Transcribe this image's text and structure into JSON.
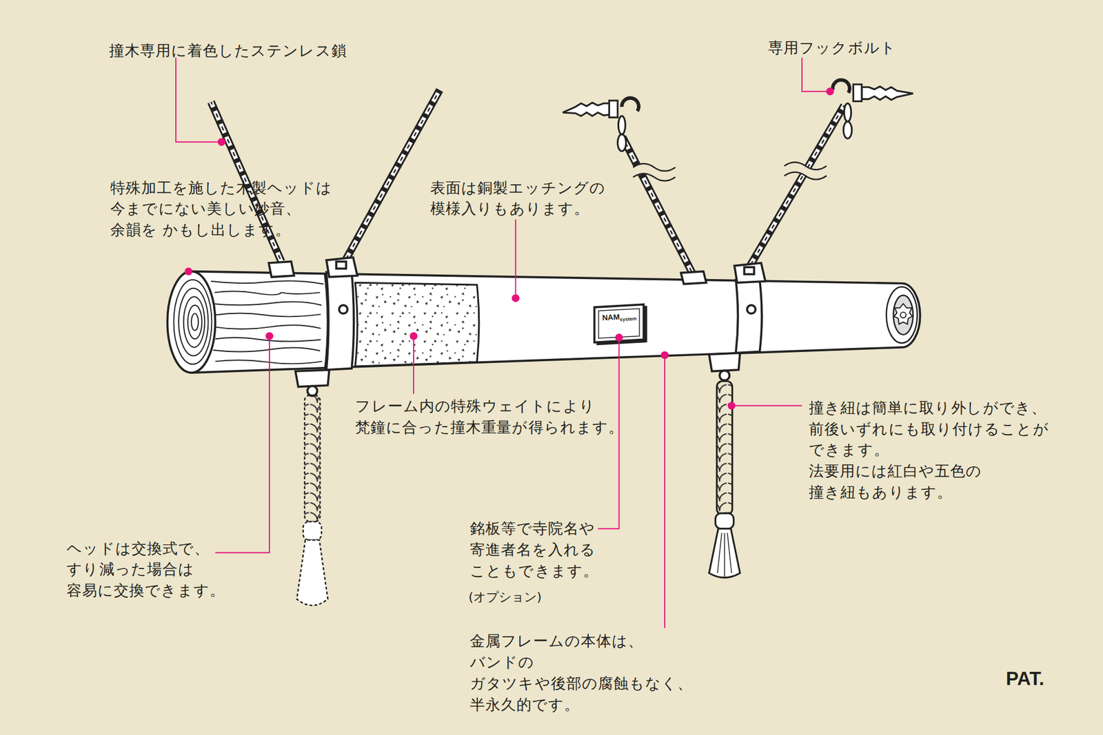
{
  "diagram": {
    "labels": [
      "撞木専用に着色したステンレス鎖",
      "専用フックボルト",
      "特殊加工を施した木製ヘッドは 今までにない美しい妙音、余韻を かもし出します。",
      "表面は銅製エッチングの 模様入りもあります。",
      "NAM",
      "system",
      "フレーム内の特殊ウェイトにより 梵鐘に合った撞木重量が得られます。",
      "撞き紐は簡単に取り外しができ、 前後いずれにも取り付けることが できます。 法要用には紅白や五色の 撞き紐もあります。",
      "ヘッドは交換式で、 すり減った場合は 容易に交換できます。",
      "銘板等で寺院名や 寄進者名を入れる こともできます。",
      "(オプション)",
      "金属フレームの本体は、バンドの ガタツキや後部の腐蝕もなく、 半永久的です。",
      "PAT."
    ]
  }
}
